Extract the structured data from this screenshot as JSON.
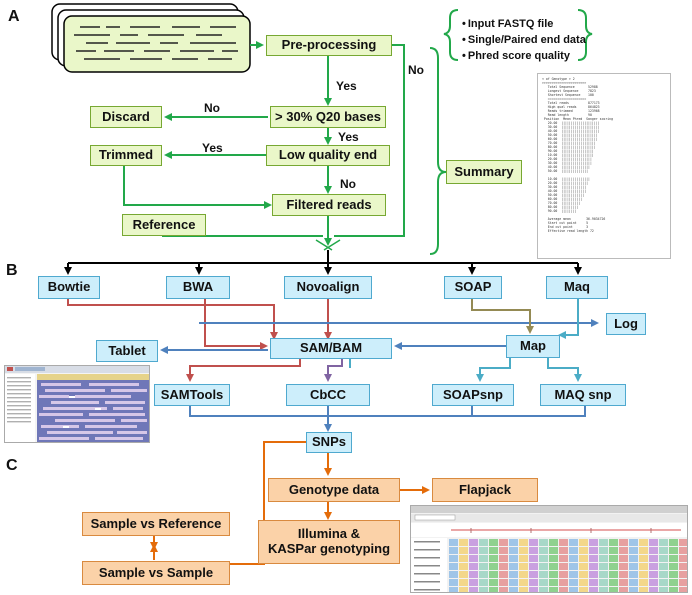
{
  "sections": {
    "a": "A",
    "b": "B",
    "c": "C"
  },
  "notes": [
    "Input FASTQ file",
    "Single/Paired end data",
    "Phred score quality"
  ],
  "boxes": {
    "preprocessing": "Pre-processing",
    "q20": "> 30% Q20 bases",
    "discard": "Discard",
    "low_quality_end": "Low quality end",
    "trimmed": "Trimmed",
    "filtered_reads": "Filtered reads",
    "reference": "Reference",
    "summary": "Summary",
    "bowtie": "Bowtie",
    "bwa": "BWA",
    "novoalign": "Novoalign",
    "soap": "SOAP",
    "maq": "Maq",
    "log": "Log",
    "tablet": "Tablet",
    "sam_bam": "SAM/BAM",
    "map": "Map",
    "samtools": "SAMTools",
    "cbcc": "CbCC",
    "soapsnp": "SOAPsnp",
    "maq_snp": "MAQ snp",
    "snps": "SNPs",
    "genotype_data": "Genotype data",
    "flapjack": "Flapjack",
    "illumina": "Illumina &\nKASPar genotyping",
    "sample_vs_reference": "Sample vs Reference",
    "sample_vs_sample": "Sample vs Sample"
  },
  "edge_labels": {
    "yes1": "Yes",
    "no1": "No",
    "yes2": "Yes",
    "yes3": "Yes",
    "no2": "No",
    "no3": "No"
  },
  "colors": {
    "green": "#22a84a",
    "black": "#000000",
    "red": "#c0504d",
    "blue": "#4f81bd",
    "olive": "#948a54",
    "purple": "#8064a2",
    "teal": "#4bacc6",
    "orange": "#e46c0a"
  }
}
